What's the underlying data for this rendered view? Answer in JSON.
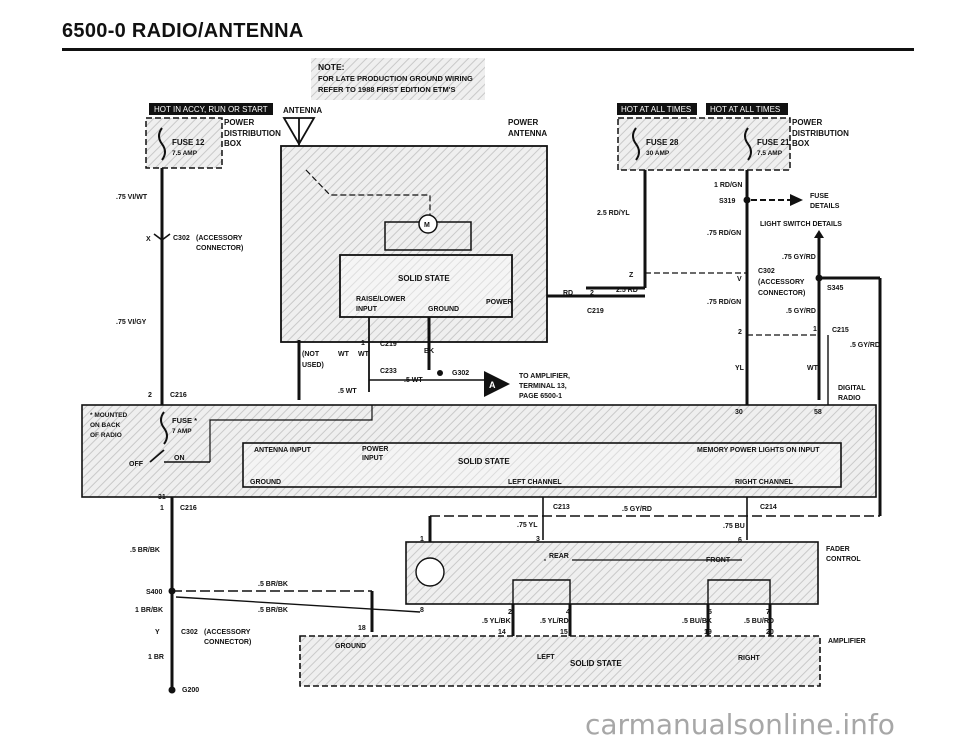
{
  "page_title": "6500-0  RADIO/ANTENNA",
  "note": [
    "NOTE:",
    "FOR LATE PRODUCTION GROUND WIRING",
    "REFER TO 1988 FIRST EDITION ETM'S"
  ],
  "badges": {
    "hot_accy": "HOT IN ACCY, RUN OR START",
    "hot_all_1": "HOT AT ALL TIMES",
    "hot_all_2": "HOT AT ALL TIMES"
  },
  "fuses": {
    "fuse12": "FUSE 12",
    "fuse12_amp": "7.5 AMP",
    "fuse28": "FUSE 28",
    "fuse28_amp": "30 AMP",
    "fuse21": "FUSE 21",
    "fuse21_amp": "7.5 AMP",
    "fuse_star": "FUSE *",
    "fuse_star_amp": "7 AMP"
  },
  "power_dist": [
    "POWER",
    "DISTRIBUTION",
    "BOX"
  ],
  "antenna": {
    "label": "ANTENNA",
    "power_antenna_1": "POWER",
    "power_antenna_2": "ANTENNA",
    "motor": "M",
    "solid_state": "SOLID STATE",
    "raise_lower_1": "RAISE/LOWER",
    "raise_lower_2": "INPUT",
    "ground": "GROUND",
    "power": "POWER"
  },
  "wires": {
    "vi_wt": ".75 VI/WT",
    "vi_gy": ".75 VI/GY",
    "rd_gn": "1 RD/GN",
    "rd_yl": "2.5 RD/YL",
    "rd_gn_75": ".75 RD/GN",
    "rd_gn_75b": ".75 RD/GN",
    "gy_rd_75": ".75 GY/RD",
    "gy_rd_5": ".5 GY/RD",
    "gy_rd_5b": ".5 GY/RD",
    "gy_rd_5c": ".5 GY/RD",
    "rd_25": "2.5 RD",
    "rd": "RD",
    "wt": "WT",
    "wt5": ".5 WT",
    "wt5b": ".5 WT",
    "bk": "BK",
    "yl": "YL",
    "wt_r": "WT",
    "yl75": ".75 YL",
    "bu75": ".75 BU",
    "br_bk_5": ".5 BR/BK",
    "br_bk_5b": ".5 BR/BK",
    "br_bk_5c": ".5 BR/BK",
    "br_bk_1": "1 BR/BK",
    "br_1": "1 BR",
    "yl_bk": ".5 YL/BK",
    "yl_rd": ".5 YL/RD",
    "bu_bk": ".5 BU/BK",
    "bu_rd": ".5 BU/RD"
  },
  "connectors": {
    "c302": "C302",
    "c302_desc_1": "(ACCESSORY",
    "c302_desc_2": "CONNECTOR)",
    "c216": "C216",
    "c216b": "C216",
    "c219": "C219",
    "c219b": "C219",
    "c233": "C233",
    "g302": "G302",
    "s319": "S319",
    "s345": "S345",
    "c215": "C215",
    "c213": "C213",
    "c214": "C214",
    "s400": "S400",
    "g200": "G200",
    "not_used_1": "(NOT",
    "not_used_2": "USED)"
  },
  "pins": {
    "x": "X",
    "p2": "2",
    "p1": "1",
    "z": "Z",
    "v": "V",
    "p2b": "2",
    "p1b": "1",
    "p31": "31",
    "p1c": "1",
    "p30": "30",
    "p58": "58",
    "p1d": "1",
    "p3": "3",
    "p6": "6",
    "p8": "8",
    "p2c": "2",
    "p4": "4",
    "p14": "14",
    "p15": "15",
    "p5": "5",
    "p7": "7",
    "p19": "19",
    "p20": "20",
    "p18": "18",
    "y": "Y",
    "p2d": "2",
    "p2e": "2"
  },
  "fuse_details": [
    "FUSE",
    "DETAILS"
  ],
  "light_switch": "LIGHT SWITCH DETAILS",
  "amp_ref": {
    "letter": "A",
    "l1": "TO AMPLIFIER,",
    "l2": "TERMINAL 13,",
    "l3": "PAGE 6500-1"
  },
  "radio": {
    "mounted_1": "* MOUNTED",
    "mounted_2": "ON BACK",
    "mounted_3": "OF RADIO",
    "off": "OFF",
    "on": "ON",
    "antenna_input": "ANTENNA INPUT",
    "power_input_1": "POWER",
    "power_input_2": "INPUT",
    "solid_state": "SOLID STATE",
    "memory": "MEMORY POWER  LIGHTS ON INPUT",
    "ground": "GROUND",
    "left_ch": "LEFT CHANNEL",
    "right_ch": "RIGHT CHANNEL",
    "digital_1": "DIGITAL",
    "digital_2": "RADIO"
  },
  "fader": {
    "rear": "REAR",
    "front": "FRONT",
    "label_1": "FADER",
    "label_2": "CONTROL"
  },
  "amplifier": {
    "ground": "GROUND",
    "left": "LEFT",
    "solid_state": "SOLID STATE",
    "right": "RIGHT",
    "label": "AMPLIFIER"
  },
  "watermark": "carmanualsonline.info"
}
